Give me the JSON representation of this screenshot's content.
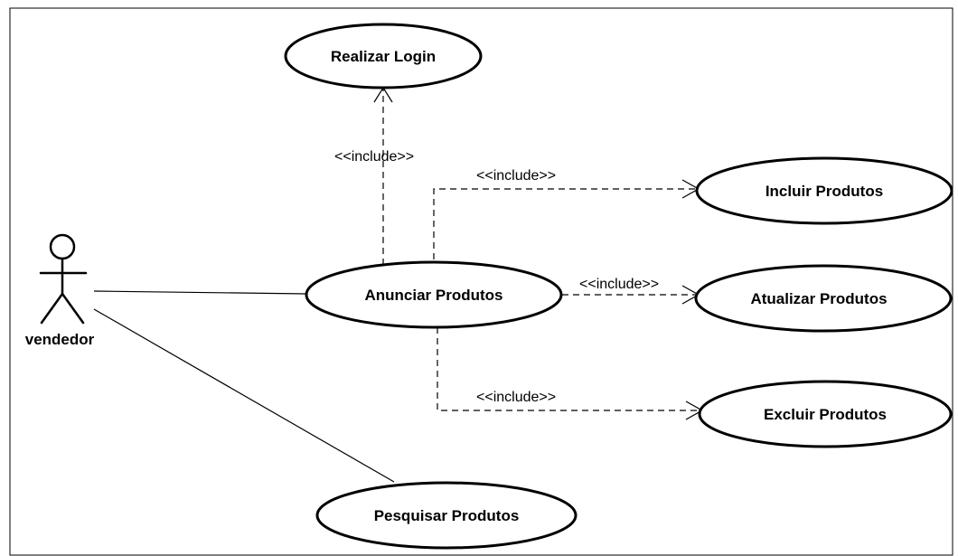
{
  "diagram": {
    "actor": {
      "name": "vendedor"
    },
    "use_cases": [
      {
        "id": "login",
        "label": "Realizar Login"
      },
      {
        "id": "anunciar",
        "label": "Anunciar Produtos"
      },
      {
        "id": "incluir",
        "label": "Incluir Produtos"
      },
      {
        "id": "atualizar",
        "label": "Atualizar Produtos"
      },
      {
        "id": "excluir",
        "label": "Excluir Produtos"
      },
      {
        "id": "pesquisar",
        "label": "Pesquisar Produtos"
      }
    ],
    "relationships": [
      {
        "type": "include",
        "label": "<<include>>",
        "from": "anunciar",
        "to": "login"
      },
      {
        "type": "include",
        "label": "<<include>>",
        "from": "anunciar",
        "to": "incluir"
      },
      {
        "type": "include",
        "label": "<<include>>",
        "from": "anunciar",
        "to": "atualizar"
      },
      {
        "type": "include",
        "label": "<<include>>",
        "from": "anunciar",
        "to": "excluir"
      },
      {
        "type": "association",
        "from": "vendedor",
        "to": "anunciar"
      },
      {
        "type": "association",
        "from": "vendedor",
        "to": "pesquisar"
      }
    ]
  }
}
